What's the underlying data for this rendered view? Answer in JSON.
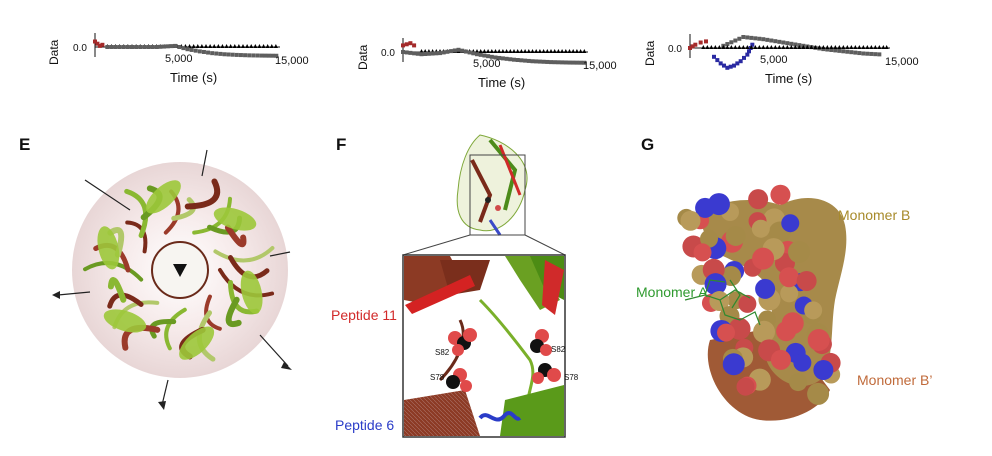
{
  "panels": {
    "e": {
      "letter": "E"
    },
    "f": {
      "letter": "F",
      "labels": {
        "peptide11": "Peptide 11",
        "peptide6": "Peptide 6",
        "s82a": "S82",
        "s82b": "S82",
        "s78a": "S78",
        "s78b": "S78"
      }
    },
    "g": {
      "letter": "G",
      "labels": {
        "monomerA": "Monomer A",
        "monomerB": "Monomer B",
        "monomerBprime": "Monomer B’"
      }
    }
  },
  "colors": {
    "series_gray": "#5e5e5e",
    "series_black": "#000000",
    "series_red": "#a42a2a",
    "series_blue": "#2a2aa2",
    "peptide11": "#d22a2a",
    "peptide6": "#2a3cc8",
    "monomerA": "#2f9a2f",
    "monomerB": "#a78a2a",
    "monomerBprime": "#c06a3a"
  },
  "chart_data": [
    {
      "type": "scatter",
      "ylabel": "Data",
      "xlabel": "Time (s)",
      "x_ticks": [
        "5,000",
        "15,000"
      ],
      "y_ticks": [
        "0.0"
      ],
      "xlim": [
        0,
        15000
      ],
      "series": [
        {
          "color": "#a42a2a",
          "x": [
            0,
            200,
            400,
            600,
            800
          ],
          "y": [
            0.25,
            0.15,
            0.05,
            0.1,
            0.0
          ]
        },
        {
          "color": "#000000",
          "x": [
            1000,
            2000,
            3000,
            4000,
            5000,
            6000,
            7000,
            8000,
            9000,
            10000,
            11000,
            12000,
            13000,
            14000,
            15000
          ],
          "y": [
            0,
            0,
            0,
            0,
            0,
            0,
            0,
            0,
            0,
            0,
            0,
            0,
            0,
            0,
            0
          ]
        },
        {
          "color": "#5e5e5e",
          "x": [
            1000,
            3000,
            5000,
            6500,
            7500,
            8500,
            9500,
            10500,
            11500,
            12500,
            13500,
            15000
          ],
          "y": [
            0.0,
            0.0,
            0.0,
            0.05,
            -0.1,
            -0.2,
            -0.28,
            -0.33,
            -0.36,
            -0.38,
            -0.39,
            -0.4
          ]
        }
      ]
    },
    {
      "type": "scatter",
      "ylabel": "Data",
      "xlabel": "Time (s)",
      "x_ticks": [
        "5,000",
        "15,000"
      ],
      "y_ticks": [
        "0.0"
      ],
      "xlim": [
        0,
        15000
      ],
      "series": [
        {
          "color": "#a42a2a",
          "x": [
            0,
            300,
            600,
            900,
            1200
          ],
          "y": [
            0.3,
            0.35,
            0.4,
            0.3,
            0.25
          ]
        },
        {
          "color": "#000000",
          "x": [
            1500,
            3000,
            4500,
            6000,
            7500,
            9000,
            10500,
            12000,
            13500,
            15000
          ],
          "y": [
            0,
            0,
            0,
            0,
            0,
            0,
            0,
            0,
            0,
            0
          ]
        },
        {
          "color": "#5e5e5e",
          "x": [
            0,
            1500,
            3000,
            4500,
            6000,
            7500,
            9000,
            10500,
            12000,
            13500,
            15000
          ],
          "y": [
            0.0,
            -0.1,
            -0.05,
            0.1,
            -0.1,
            -0.25,
            -0.35,
            -0.42,
            -0.46,
            -0.48,
            -0.49
          ]
        }
      ]
    },
    {
      "type": "scatter",
      "ylabel": "Data",
      "xlabel": "Time (s)",
      "x_ticks": [
        "5,000",
        "15,000"
      ],
      "y_ticks": [
        "0.0"
      ],
      "xlim": [
        0,
        15000
      ],
      "series": [
        {
          "color": "#a42a2a",
          "x": [
            0,
            400,
            800,
            1200,
            1600
          ],
          "y": [
            0.0,
            0.15,
            0.25,
            0.3,
            0.2
          ]
        },
        {
          "color": "#2a2aa2",
          "x": [
            1800,
            2300,
            2800,
            3300,
            3800,
            4300,
            4800
          ],
          "y": [
            -0.4,
            -0.7,
            -0.9,
            -0.8,
            -0.6,
            -0.3,
            0.3
          ]
        },
        {
          "color": "#5e5e5e",
          "x": [
            2500,
            4000,
            5500,
            7000,
            8500,
            10000,
            11500,
            13000,
            14500
          ],
          "y": [
            0.1,
            0.5,
            0.4,
            0.25,
            0.1,
            -0.05,
            -0.15,
            -0.25,
            -0.3
          ]
        },
        {
          "color": "#000000",
          "x": [
            1000,
            2500,
            4000,
            5500,
            7000,
            8500,
            10000,
            11500,
            13000,
            14500,
            15000
          ],
          "y": [
            0,
            0,
            0,
            0,
            0,
            0,
            0,
            0,
            0,
            0,
            0
          ]
        }
      ]
    }
  ]
}
